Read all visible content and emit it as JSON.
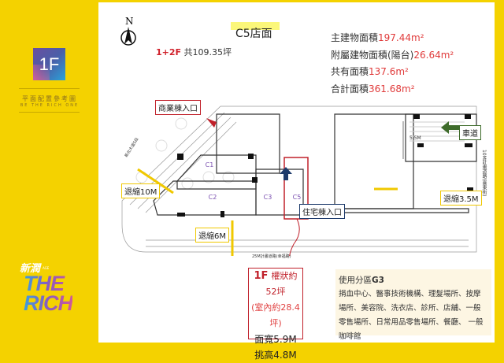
{
  "sidebar": {
    "floor_badge": "1F",
    "subtitle_cn": "平面配置參考圖",
    "subtitle_en": "BE THE RICH ONE",
    "brand_cn": "新潤",
    "brand_sub": "AGE",
    "brand_en_line1": "THE",
    "brand_en_line2": "RICH"
  },
  "header": {
    "north": "N",
    "title": "C5店面",
    "floors": "1+2F",
    "total_area": "共109.35坪"
  },
  "areas": [
    {
      "label": "主建物面積",
      "value": "197.44m²"
    },
    {
      "label": "附屬建物面積(陽台)",
      "value": "26.64m²"
    },
    {
      "label": "共有面積",
      "value": "137.6m²"
    },
    {
      "label": "合計面積",
      "value": "361.68m²"
    }
  ],
  "plan": {
    "commercial_entrance": "商業棟入口",
    "residential_entrance": "住宅棟入口",
    "driveway": "車道",
    "setback_10": "退縮10M",
    "setback_6": "退縮6M",
    "setback_35": "退縮3.5M",
    "ramp_width": "5.5M",
    "road_left": "新北大道5段",
    "road_right": "10M計畫道路(喜東街)",
    "road_bottom": "25M計畫道路(幸福路)",
    "units": [
      "C1",
      "C2",
      "C3",
      "C5"
    ]
  },
  "info": {
    "floor": "1F",
    "size": "權狀約52坪",
    "indoor": "(室內約28.4坪)",
    "width": "面寬5.9M",
    "height": "挑高4.8M"
  },
  "usage": {
    "zone_label": "使用分區",
    "zone": "G3",
    "text": "捐血中心、醫事技術機構、理髮場所、按摩場所、美容院、洗衣店、診所、店舖、一般零售場所、日常用品零售場所、餐廳、 一般咖啡館"
  },
  "colors": {
    "yellow": "#f4d200",
    "red": "#d0202a",
    "green": "#3e6b2a",
    "navy": "#1d3a6b"
  }
}
